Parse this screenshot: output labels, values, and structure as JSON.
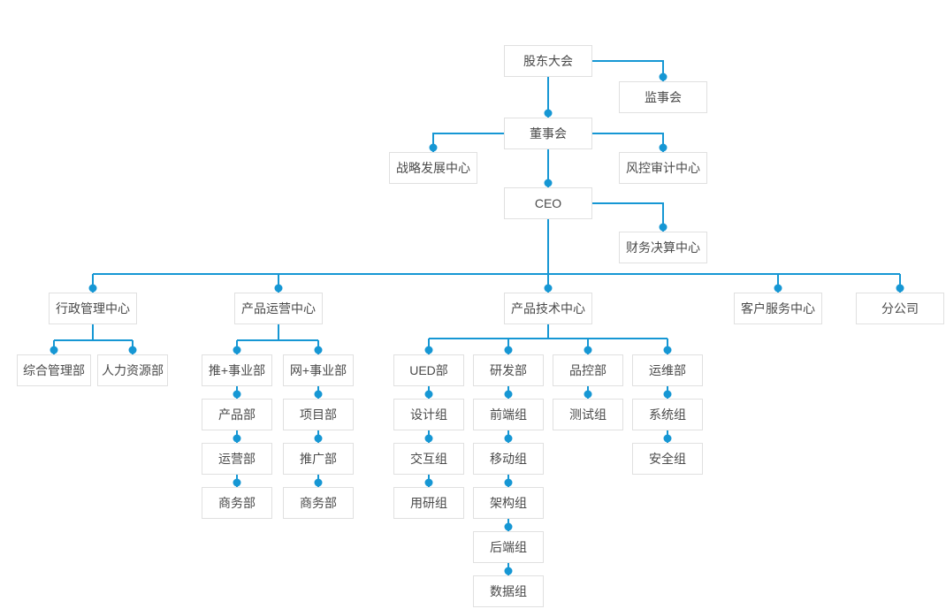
{
  "colors": {
    "line": "#1697d4",
    "node_border": "#e0e0e0",
    "node_bg": "#ffffff",
    "node_text": "#4a4a4a",
    "page_bg": "#ffffff"
  },
  "org_chart": {
    "type": "org-tree",
    "nodes": {
      "shareholders": "股东大会",
      "supervisory_board": "监事会",
      "board_of_directors": "董事会",
      "strategy_center": "战略发展中心",
      "risk_audit_center": "风控审计中心",
      "ceo": "CEO",
      "finance_center": "财务决算中心",
      "admin_center": "行政管理中心",
      "product_ops_center": "产品运营中心",
      "product_tech_center": "产品技术中心",
      "customer_service_center": "客户服务中心",
      "branch_company": "分公司",
      "general_admin_dept": "综合管理部",
      "hr_dept": "人力资源部",
      "tui_division": "推+事业部",
      "wang_division": "网+事业部",
      "product_dept": "产品部",
      "project_dept": "项目部",
      "operations_dept": "运营部",
      "promotion_dept": "推广部",
      "business_dept_tui": "商务部",
      "business_dept_wang": "商务部",
      "ued_dept": "UED部",
      "rd_dept": "研发部",
      "qc_dept": "品控部",
      "ops_maintenance_dept": "运维部",
      "design_group": "设计组",
      "interaction_group": "交互组",
      "user_research_group": "用研组",
      "frontend_group": "前端组",
      "mobile_group": "移动组",
      "architecture_group": "架构组",
      "backend_group": "后端组",
      "data_group": "数据组",
      "testing_group": "测试组",
      "system_group": "系统组",
      "security_group": "安全组"
    },
    "edges": [
      [
        "shareholders",
        "supervisory_board"
      ],
      [
        "shareholders",
        "board_of_directors"
      ],
      [
        "board_of_directors",
        "strategy_center"
      ],
      [
        "board_of_directors",
        "risk_audit_center"
      ],
      [
        "board_of_directors",
        "ceo"
      ],
      [
        "ceo",
        "finance_center"
      ],
      [
        "ceo",
        "admin_center"
      ],
      [
        "ceo",
        "product_ops_center"
      ],
      [
        "ceo",
        "product_tech_center"
      ],
      [
        "ceo",
        "customer_service_center"
      ],
      [
        "ceo",
        "branch_company"
      ],
      [
        "admin_center",
        "general_admin_dept"
      ],
      [
        "admin_center",
        "hr_dept"
      ],
      [
        "product_ops_center",
        "tui_division"
      ],
      [
        "product_ops_center",
        "wang_division"
      ],
      [
        "tui_division",
        "product_dept"
      ],
      [
        "product_dept",
        "operations_dept"
      ],
      [
        "operations_dept",
        "business_dept_tui"
      ],
      [
        "wang_division",
        "project_dept"
      ],
      [
        "project_dept",
        "promotion_dept"
      ],
      [
        "promotion_dept",
        "business_dept_wang"
      ],
      [
        "product_tech_center",
        "ued_dept"
      ],
      [
        "product_tech_center",
        "rd_dept"
      ],
      [
        "product_tech_center",
        "qc_dept"
      ],
      [
        "product_tech_center",
        "ops_maintenance_dept"
      ],
      [
        "ued_dept",
        "design_group"
      ],
      [
        "design_group",
        "interaction_group"
      ],
      [
        "interaction_group",
        "user_research_group"
      ],
      [
        "rd_dept",
        "frontend_group"
      ],
      [
        "frontend_group",
        "mobile_group"
      ],
      [
        "mobile_group",
        "architecture_group"
      ],
      [
        "architecture_group",
        "backend_group"
      ],
      [
        "backend_group",
        "data_group"
      ],
      [
        "qc_dept",
        "testing_group"
      ],
      [
        "ops_maintenance_dept",
        "system_group"
      ],
      [
        "system_group",
        "security_group"
      ]
    ]
  }
}
